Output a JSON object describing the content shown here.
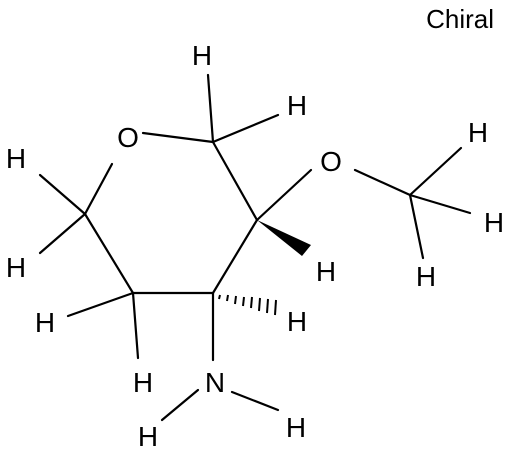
{
  "label": "Chiral",
  "atoms": {
    "o_ring": "O",
    "o_methoxy": "O",
    "n_amine": "N",
    "h_c2_top": "H",
    "h_c2_right": "H",
    "h_c6_upper": "H",
    "h_c6_lower": "H",
    "h_c5_left": "H",
    "h_c5_bottom": "H",
    "h_c3_wedge": "H",
    "h_c4_hash": "H",
    "h_me_top": "H",
    "h_me_right": "H",
    "h_me_bottom": "H",
    "h_n_left": "H",
    "h_n_right": "H"
  },
  "colors": {
    "ink": "#000000",
    "background": "#ffffff"
  }
}
